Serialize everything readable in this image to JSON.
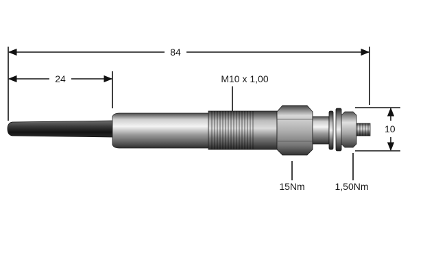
{
  "dimensions": {
    "overall_length": "84",
    "tip_length": "24",
    "thread": "M10 x 1,00",
    "hex_width": "10",
    "torque_body": "15Nm",
    "torque_nut": "1,50Nm"
  },
  "colors": {
    "line": "#111111",
    "text": "#1a1a1a",
    "background": "#ffffff"
  }
}
